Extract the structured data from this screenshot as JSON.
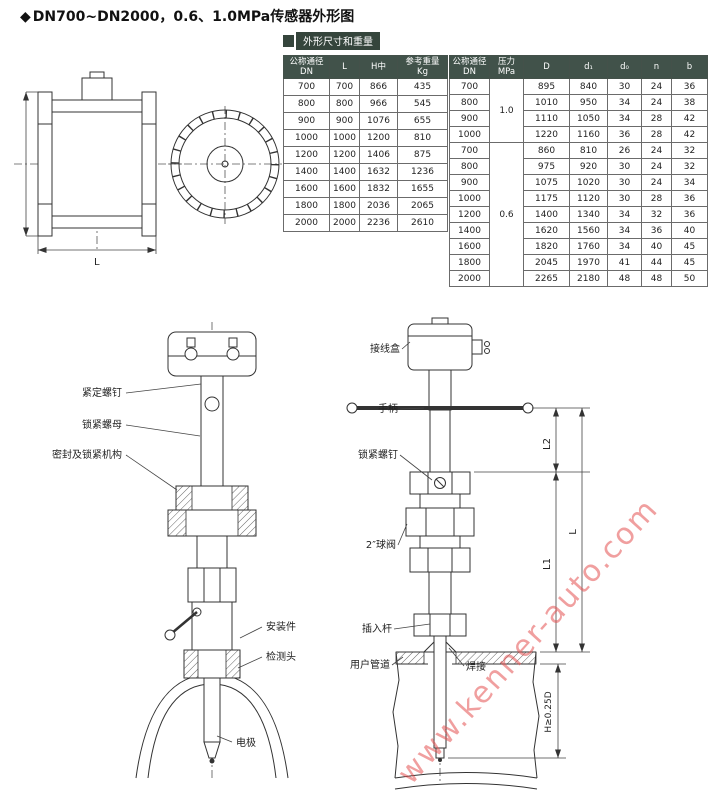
{
  "header": {
    "bullet": "◆",
    "title": "DN700~DN2000，0.6、1.0MPa传感器外形图",
    "section_label": "外形尺寸和重量"
  },
  "tables": {
    "dims_weight": {
      "headers": [
        "公称通径\nDN",
        "L",
        "H中",
        "参考重量\nKg"
      ],
      "rows": [
        [
          "700",
          "700",
          "866",
          "435"
        ],
        [
          "800",
          "800",
          "966",
          "545"
        ],
        [
          "900",
          "900",
          "1076",
          "655"
        ],
        [
          "1000",
          "1000",
          "1200",
          "810"
        ],
        [
          "1200",
          "1200",
          "1406",
          "875"
        ],
        [
          "1400",
          "1400",
          "1632",
          "1236"
        ],
        [
          "1600",
          "1600",
          "1832",
          "1655"
        ],
        [
          "1800",
          "1800",
          "2036",
          "2065"
        ],
        [
          "2000",
          "2000",
          "2236",
          "2610"
        ]
      ]
    },
    "flange": {
      "headers": [
        "公称通径\nDN",
        "压力MPa",
        "D",
        "d₁",
        "d₀",
        "n",
        "b"
      ],
      "rows": [
        [
          "700",
          {
            "text": "1.0",
            "rowspan": 4
          },
          "895",
          "840",
          "30",
          "24",
          "36"
        ],
        [
          "800",
          "1010",
          "950",
          "34",
          "24",
          "38"
        ],
        [
          "900",
          "1110",
          "1050",
          "34",
          "28",
          "42"
        ],
        [
          "1000",
          "1220",
          "1160",
          "36",
          "28",
          "42"
        ],
        [
          "700",
          {
            "text": "0.6",
            "rowspan": 9
          },
          "860",
          "810",
          "26",
          "24",
          "32"
        ],
        [
          "800",
          "975",
          "920",
          "30",
          "24",
          "32"
        ],
        [
          "900",
          "1075",
          "1020",
          "30",
          "24",
          "34"
        ],
        [
          "1000",
          "1175",
          "1120",
          "30",
          "28",
          "36"
        ],
        [
          "1200",
          "1400",
          "1340",
          "34",
          "32",
          "36"
        ],
        [
          "1400",
          "1620",
          "1560",
          "34",
          "36",
          "40"
        ],
        [
          "1600",
          "1820",
          "1760",
          "34",
          "40",
          "45"
        ],
        [
          "1800",
          "2045",
          "1970",
          "41",
          "44",
          "45"
        ],
        [
          "2000",
          "2265",
          "2180",
          "48",
          "48",
          "50"
        ]
      ]
    }
  },
  "outline_drawing": {
    "dim_label": "L"
  },
  "left_assembly": {
    "labels": {
      "set_screw": "紧定螺钉",
      "lock_nut": "锁紧螺母",
      "seal_lock": "密封及锁紧机构",
      "mount": "安装件",
      "sensor_head": "检测头",
      "electrode": "电极"
    }
  },
  "right_assembly": {
    "labels": {
      "junction_box": "接线盒",
      "handle": "手柄",
      "lock_screw": "锁紧螺钉",
      "ball_valve": "2″球阀",
      "insert_rod": "插入杆",
      "user_pipe": "用户管道",
      "weld": "焊接"
    },
    "dims": {
      "l2": "L2",
      "l1": "L1",
      "l": "L",
      "h": "H≥0.25D"
    }
  },
  "watermark": "www.kenner-auto.com"
}
